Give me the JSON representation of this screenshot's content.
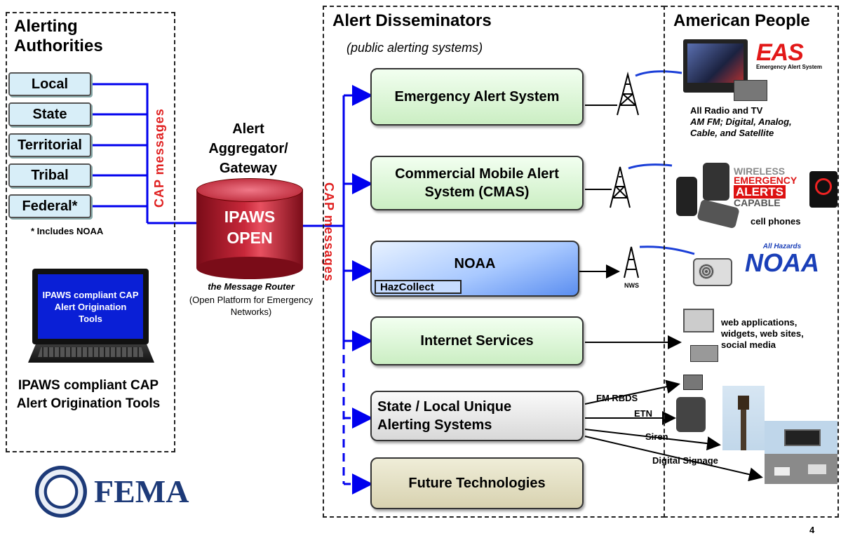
{
  "authorities": {
    "title": "Alerting Authorities",
    "levels": [
      "Local",
      "State",
      "Territorial",
      "Tribal",
      "Federal*"
    ],
    "footnote": "* Includes NOAA",
    "laptop_screen": "IPAWS compliant CAP Alert Origination Tools",
    "tools_caption": "IPAWS compliant CAP Alert Origination Tools",
    "cap_label": "CAP messages"
  },
  "aggregator": {
    "title": "Alert Aggregator/ Gateway",
    "name_line1": "IPAWS",
    "name_line2": "OPEN",
    "caption_italic": "the Message Router",
    "caption": "(Open Platform for Emergency Networks)",
    "cap_label": "CAP messages"
  },
  "disseminators": {
    "title": "Alert Disseminators",
    "subtitle": "(public alerting systems)",
    "eas": "Emergency Alert System",
    "cmas_line1": "Commercial Mobile Alert",
    "cmas_line2": "System (CMAS)",
    "noaa": "NOAA",
    "hazcollect": "HazCollect",
    "internet": "Internet Services",
    "unique_line1": "State / Local Unique",
    "unique_line2": "Alerting Systems",
    "future": "Future Technologies"
  },
  "people": {
    "title": "American People",
    "eas_logo": "EAS",
    "eas_logo_sub": "Emergency Alert System",
    "radio_tv_line1": "All Radio and TV",
    "radio_tv_line2": "AM FM; Digital, Analog,",
    "radio_tv_line3": "Cable, and Satellite",
    "wea_line1": "WIRELESS",
    "wea_line2": "EMERGENCY",
    "wea_line3": "ALERTS",
    "wea_line4": "CAPABLE",
    "cell_phones": "cell phones",
    "noaa_logo": "NOAA",
    "noaa_logo_top": "All Hazards",
    "nws": "NWS",
    "web_line1": "web applications,",
    "web_line2": "widgets, web sites,",
    "web_line3": "social media",
    "fm_rbds": "FM RBDS",
    "etn": "ETN",
    "siren": "Siren",
    "digital_signage": "Digital Signage"
  },
  "fema": "FEMA",
  "page_number": "4",
  "colors": {
    "blue_line": "#0000ee",
    "cap_red": "#e02020",
    "ipaws_red": "#b01828",
    "green_box": "#cbeec3"
  }
}
